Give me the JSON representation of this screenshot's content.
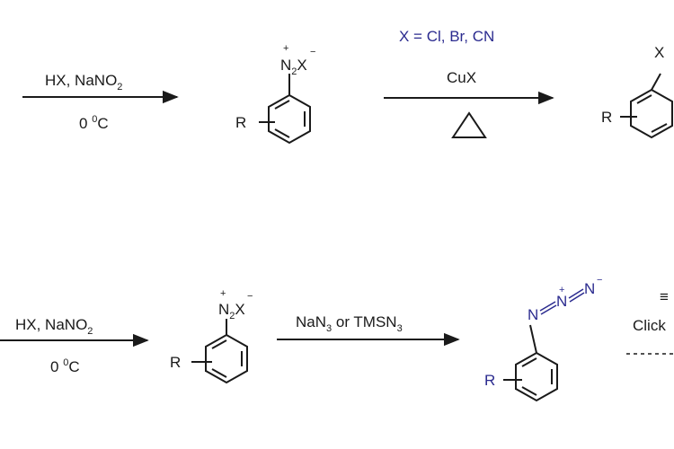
{
  "colors": {
    "ink": "#1a1a1a",
    "blue_text": "#2b2b8f"
  },
  "reaction1": {
    "step1": {
      "reagent_a": "HX, NaNO",
      "reagent_a_sub": "2",
      "temp_a": "0 ",
      "temp_sup": "0",
      "temp_b": "C"
    },
    "diazonium": {
      "n": "N",
      "n_sub": "2",
      "x": "X",
      "plus": "+",
      "minus": "−",
      "r": "R"
    },
    "step2": {
      "condition": "X = Cl, Br, CN",
      "reagent": "CuX"
    },
    "product": {
      "x": "X",
      "r": "R"
    }
  },
  "reaction2": {
    "step1": {
      "reagent_a": "HX, NaNO",
      "reagent_a_sub": "2",
      "temp_a": "0 ",
      "temp_sup": "0",
      "temp_b": "C"
    },
    "diazonium": {
      "n": "N",
      "n_sub": "2",
      "x": "X",
      "plus": "+",
      "minus": "−",
      "r": "R"
    },
    "step2": {
      "reagent_a": "NaN",
      "reagent_a_sub": "3",
      "reagent_mid": " or TMSN",
      "reagent_b_sub": "3"
    },
    "azide": {
      "n1": "N",
      "n2": "N",
      "n3": "N",
      "plus": "+",
      "minus": "−",
      "r": "R"
    },
    "partial": {
      "text": "Click",
      "symbol": "≡"
    }
  }
}
